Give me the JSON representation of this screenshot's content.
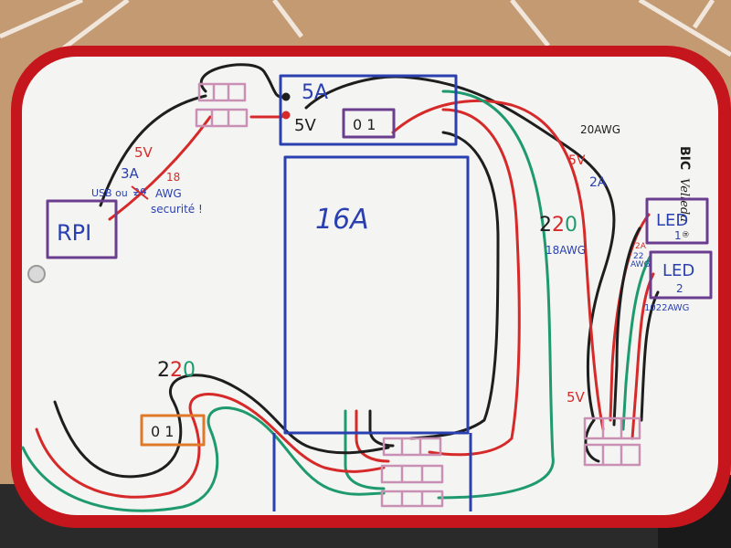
{
  "board": {
    "brand_logo": "BIC",
    "brand_name": "Velleda",
    "brand_suffix": "®"
  },
  "labels": {
    "power_supply_5a": "5A",
    "power_supply_5v": "5V",
    "switch_top": "0 1",
    "rpi": "RPI",
    "left_5v": "5V",
    "left_3a": "3A",
    "left_usb": "USB ou",
    "left_20_struck": "20",
    "left_18_red": "18",
    "left_awg": "AWG",
    "left_securite": "securité !",
    "big_supply": "16A",
    "right_20awg": "20AWG",
    "right_5v": "5V",
    "right_2a": "2A",
    "mid_220": "220",
    "mid_18awg": "18AWG",
    "led1_line1": "LED",
    "led1_line2": "1",
    "led2_line1": "LED",
    "led2_line2": "2",
    "led_small_a": "2A",
    "led_small_b": "22",
    "led_small_awg": "AWG",
    "led_22awg": "1022AWG",
    "bottom_220": "220",
    "bottom_switch": "0 1",
    "bottom_5v": "5V"
  },
  "colors": {
    "frame_red": "#c4161c",
    "board_white": "#f4f5f2",
    "ink_blue": "#2a3fb0",
    "ink_purple": "#6a3d8f",
    "ink_red": "#d62a2a",
    "ink_black": "#1e1e1e",
    "ink_green": "#1f9a6e",
    "ink_orange": "#e0782a",
    "ink_pink": "#c98fb5"
  }
}
